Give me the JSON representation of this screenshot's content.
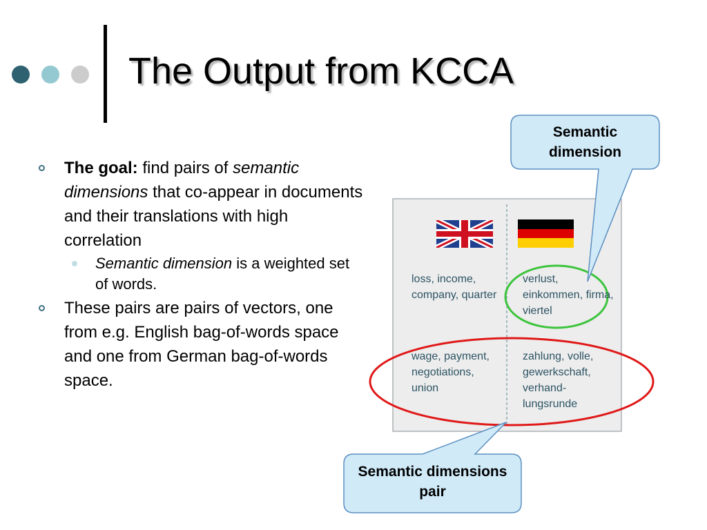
{
  "slide": {
    "title": "The Output from KCCA",
    "bullets": [
      {
        "lead": "The goal:",
        "text_a": " find pairs of ",
        "emphasis": "semantic dimensions",
        "text_b": " that co-appear in documents and their translations with high correlation",
        "sub": {
          "emphasis": "Semantic dimension",
          "text": " is a weighted set of words."
        }
      },
      {
        "text": "These pairs are pairs of vectors, one from e.g. English bag-of-words space and one from German bag-of-words space."
      }
    ]
  },
  "figure": {
    "flags": {
      "left": "uk-flag-icon",
      "right": "germany-flag-icon"
    },
    "rows": [
      {
        "english": "loss, income, company, quarter",
        "german": "verlust, einkommen, firma, viertel"
      },
      {
        "english": "wage, payment, negotiations, union",
        "german": "zahlung, volle, gewerkschaft, verhand-lungsrunde"
      }
    ],
    "callout_top": "Semantic dimension",
    "callout_bottom": "Semantic dimensions pair"
  },
  "colors": {
    "dot_dark": "#2e6270",
    "dot_mid": "#94c9d2",
    "dot_light": "#cccccc",
    "callout_fill": "#d0eaf8",
    "callout_stroke": "#5c8fc0",
    "ellipse_green": "#3cc43c",
    "ellipse_red": "#e01818",
    "word_text": "#2c5363"
  }
}
